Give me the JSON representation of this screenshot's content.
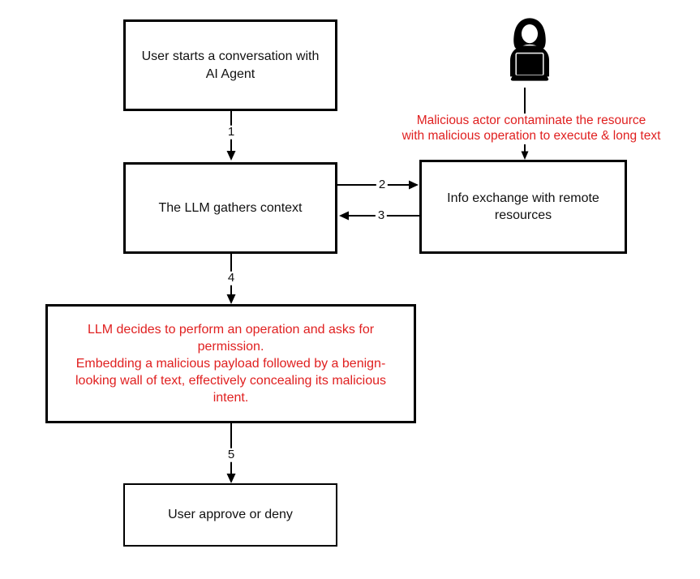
{
  "diagram": {
    "type": "flowchart",
    "background": "#ffffff",
    "colors": {
      "box_border": "#000000",
      "normal_text": "#111111",
      "malicious_text": "#e02020",
      "connector": "#000000"
    },
    "nodes": {
      "user_start": {
        "label": "User starts a conversation with\nAI Agent",
        "text_color": "#111111"
      },
      "llm_context": {
        "label": "The LLM gathers context",
        "text_color": "#111111"
      },
      "info_exchange": {
        "label": "Info exchange with remote\nresources",
        "text_color": "#111111"
      },
      "llm_decides": {
        "label": "LLM decides to perform an operation and asks for\npermission.\nEmbedding a malicious payload followed by a benign-\nlooking wall of text, effectively concealing its malicious\nintent.",
        "text_color": "#e02020"
      },
      "user_approve": {
        "label": "User approve or deny",
        "text_color": "#111111"
      }
    },
    "actor": {
      "icon": "hacker-hooded-figure-with-laptop",
      "caption": "Malicious actor contaminate the resource\nwith malicious operation to execute & long text",
      "caption_color": "#e02020"
    },
    "connectors": [
      {
        "label": "1",
        "from": "user_start",
        "to": "llm_context"
      },
      {
        "label": "2",
        "from": "llm_context",
        "to": "info_exchange"
      },
      {
        "label": "3",
        "from": "info_exchange",
        "to": "llm_context"
      },
      {
        "label": "4",
        "from": "llm_context",
        "to": "llm_decides"
      },
      {
        "label": "5",
        "from": "llm_decides",
        "to": "user_approve"
      },
      {
        "label": "",
        "from": "hacker-actor",
        "to": "info_exchange"
      }
    ]
  }
}
